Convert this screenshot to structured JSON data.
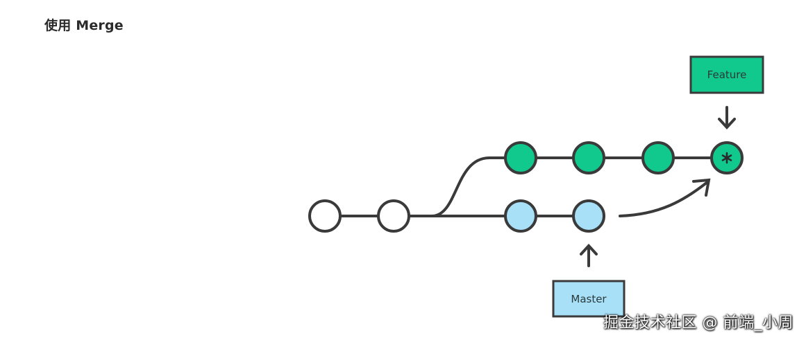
{
  "heading": "使用 Merge",
  "labels": {
    "feature": "Feature",
    "master": "Master"
  },
  "watermark": "掘金技术社区 @ 前端_小周",
  "colors": {
    "feature_green": "#12c98d",
    "master_blue": "#a8e0f8",
    "commit_white": "#ffffff",
    "stroke": "#3a3a3a"
  },
  "icons": {
    "merge_commit_mark": "asterisk",
    "feature_pointer": "arrow-down",
    "master_pointer": "arrow-up",
    "merge_direction": "curved-arrow"
  }
}
